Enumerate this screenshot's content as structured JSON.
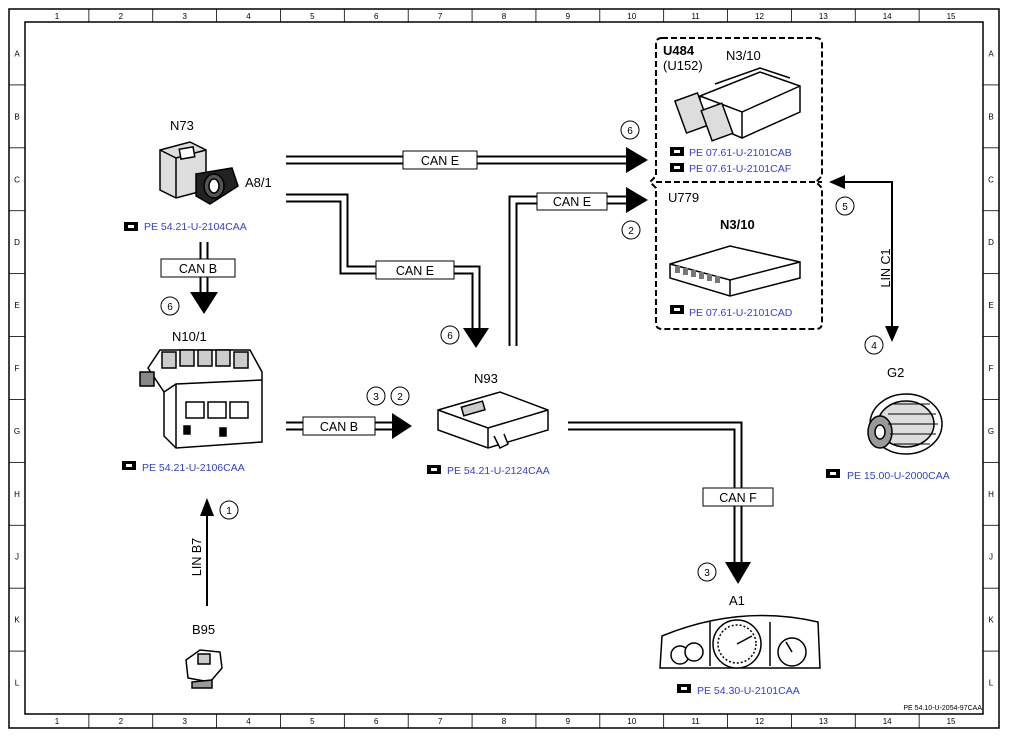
{
  "ruler": {
    "columns": [
      "1",
      "2",
      "3",
      "4",
      "5",
      "6",
      "7",
      "8",
      "9",
      "10",
      "11",
      "12",
      "13",
      "14",
      "15"
    ],
    "rows": [
      "A",
      "B",
      "C",
      "D",
      "E",
      "F",
      "G",
      "H",
      "J",
      "K",
      "L"
    ]
  },
  "components": {
    "n73": "N73",
    "a8_1": "A8/1",
    "n10_1": "N10/1",
    "n93": "N93",
    "b95": "B95",
    "a1": "A1",
    "g2": "G2",
    "u484": "U484",
    "u152": "(U152)",
    "n3_10_top": "N3/10",
    "u779": "U779",
    "n3_10_bottom": "N3/10"
  },
  "buses": {
    "can_e_top": "CAN E",
    "can_e_mid": "CAN E",
    "can_e_right": "CAN E",
    "can_b_vert": "CAN B",
    "can_b_horiz": "CAN B",
    "can_f": "CAN F",
    "lin_c1": "LIN C1",
    "lin_b7": "LIN B7"
  },
  "numbers": {
    "n_can_e_top": "6",
    "n_can_e_right": "2",
    "n_lin_c1_top": "5",
    "n_lin_c1_bottom": "4",
    "n_can_b_vert": "6",
    "n_can_e_mid": "6",
    "n_can_b_h1": "3",
    "n_can_b_h2": "2",
    "n_lin_b7": "1",
    "n_can_f": "3"
  },
  "references": {
    "n73_ref": "PE 54.21-U-2104CAA",
    "n10_ref": "PE 54.21-U-2106CAA",
    "n93_ref": "PE 54.21-U-2124CAA",
    "g2_ref": "PE 15.00-U-2000CAA",
    "a1_ref": "PE 54.30-U-2101CAA",
    "u484_ref1": "PE 07.61-U-2101CAB",
    "u484_ref2": "PE 07.61-U-2101CAF",
    "u779_ref": "PE 07.61-U-2101CAD"
  },
  "doc_id": "PE 54.10-U-2054-97CAA"
}
